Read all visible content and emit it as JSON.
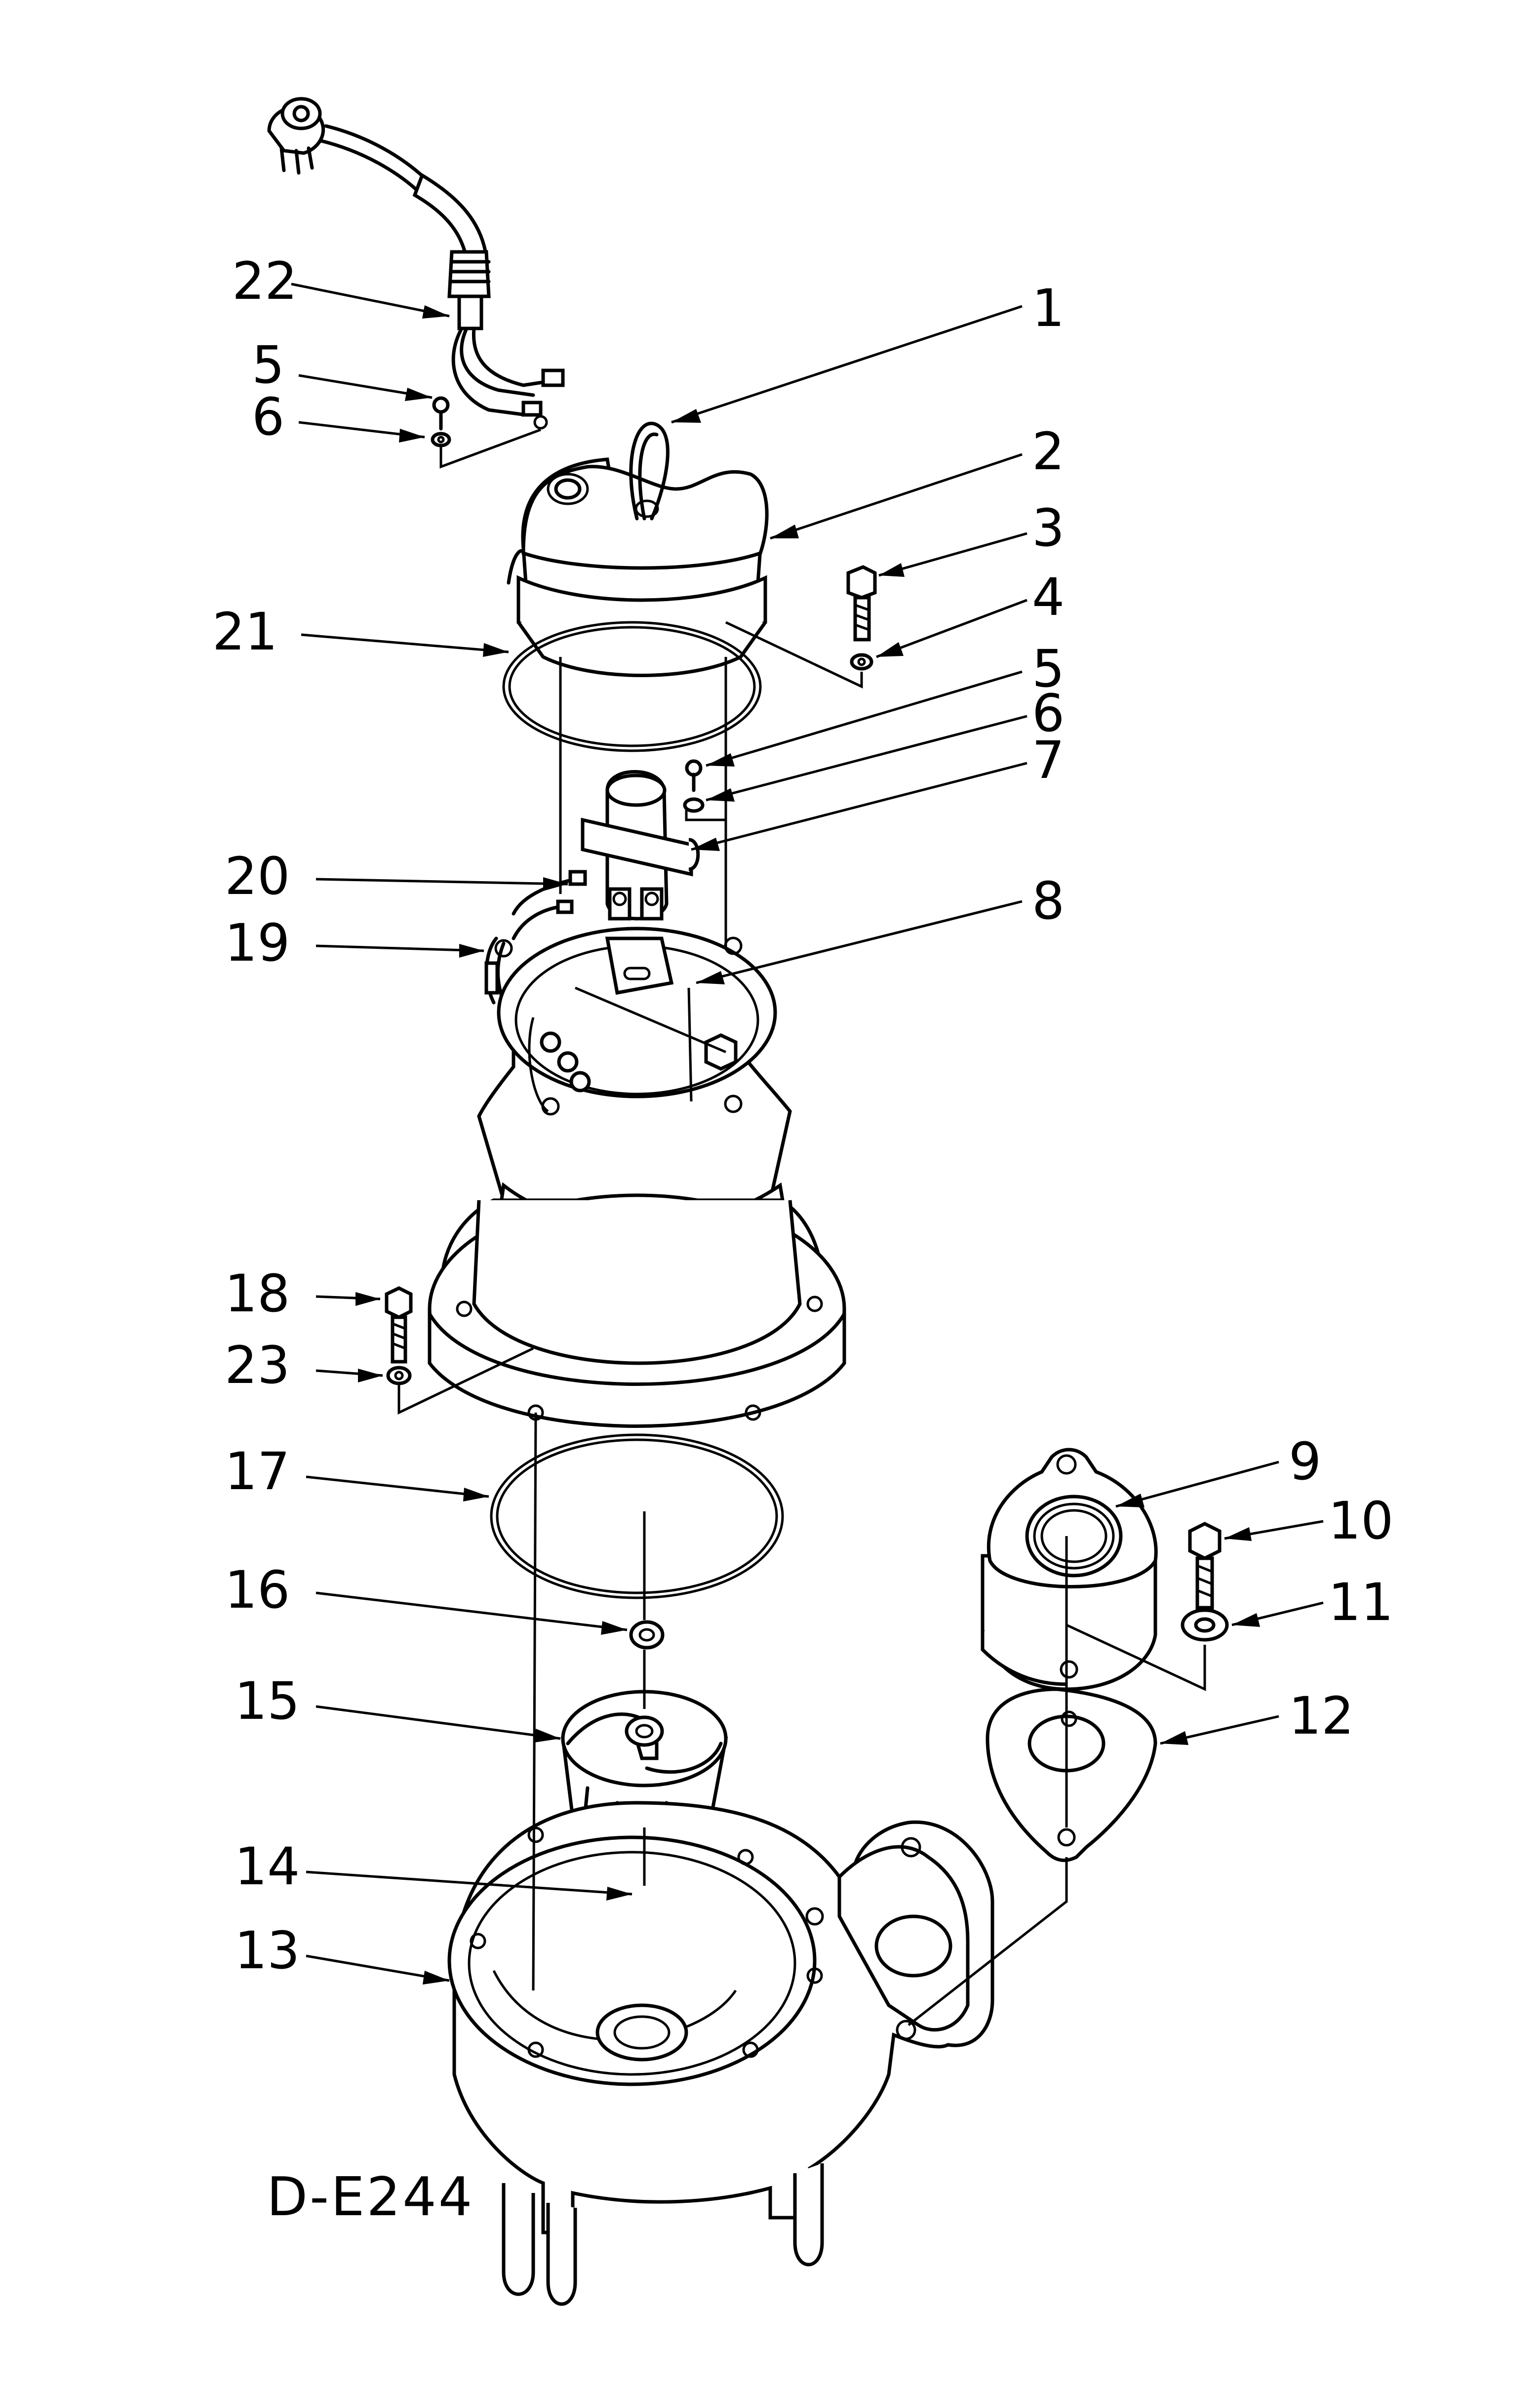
{
  "drawing_id": "D-E244",
  "callouts": [
    "1",
    "2",
    "3",
    "4",
    "5",
    "6",
    "7",
    "8",
    "9",
    "10",
    "11",
    "12",
    "13",
    "14",
    "15",
    "16",
    "17",
    "18",
    "19",
    "20",
    "21",
    "22",
    "23"
  ],
  "colors": {
    "line": "#000000",
    "background": "#ffffff"
  }
}
